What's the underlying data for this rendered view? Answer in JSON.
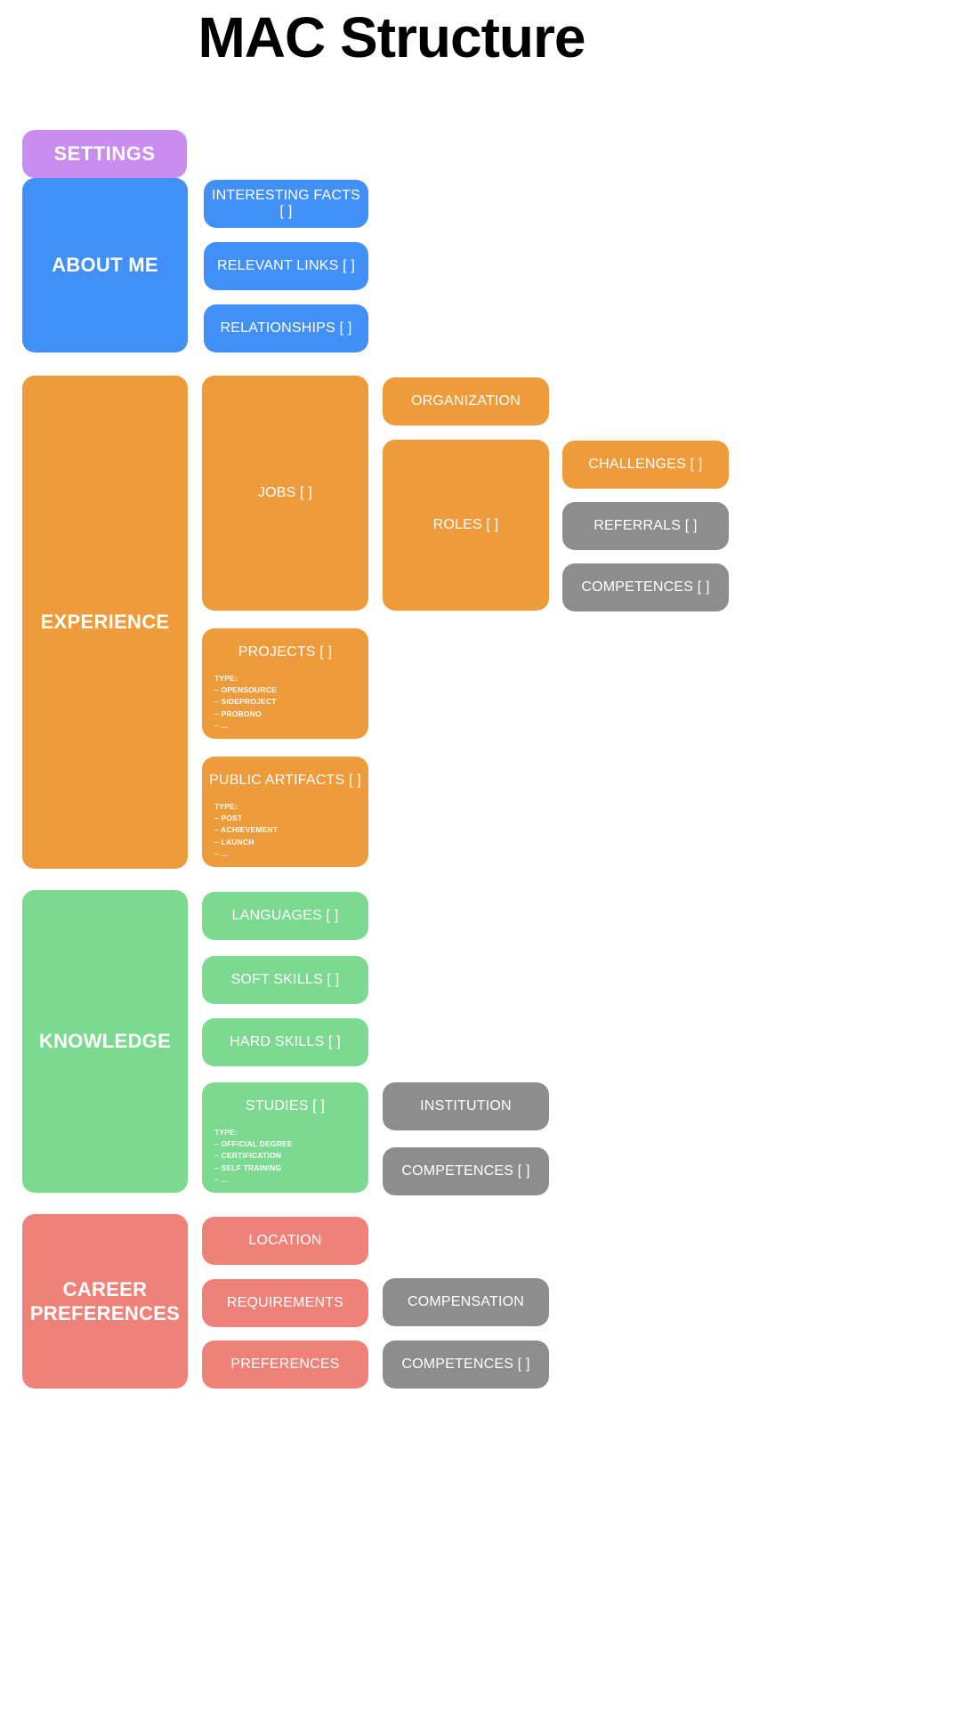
{
  "title": "MAC Structure",
  "colors": {
    "purple": "#c98df0",
    "blue": "#4090f7",
    "orange": "#ed9b3b",
    "green": "#7cd990",
    "salmon": "#ee8279",
    "grey": "#8d8d8d",
    "text": "#ffffff",
    "title": "#000000",
    "background": "#ffffff"
  },
  "type_label": "TYPE:",
  "nodes": {
    "settings": {
      "label": "SETTINGS"
    },
    "about_me": {
      "label": "ABOUT ME"
    },
    "interesting_facts": {
      "label": "INTERESTING FACTS [ ]"
    },
    "relevant_links": {
      "label": "RELEVANT LINKS [ ]"
    },
    "relationships": {
      "label": "RELATIONSHIPS [ ]"
    },
    "experience": {
      "label": "EXPERIENCE"
    },
    "jobs": {
      "label": "JOBS [ ]"
    },
    "organization": {
      "label": "ORGANIZATION"
    },
    "roles": {
      "label": "ROLES [ ]"
    },
    "challenges": {
      "label": "CHALLENGES [ ]"
    },
    "referrals": {
      "label": "REFERRALS [ ]"
    },
    "competences_experience": {
      "label": "COMPETENCES [ ]"
    },
    "projects": {
      "label": "PROJECTS [ ]",
      "types": [
        "OPENSOURCE",
        "SIDEPROJECT",
        "PROBONO",
        "..."
      ]
    },
    "public_artifacts": {
      "label": "PUBLIC ARTIFACTS [ ]",
      "types": [
        "POST",
        "ACHIEVEMENT",
        "LAUNCH",
        "..."
      ]
    },
    "knowledge": {
      "label": "KNOWLEDGE"
    },
    "languages": {
      "label": "LANGUAGES [ ]"
    },
    "soft_skills": {
      "label": "SOFT SKILLS [ ]"
    },
    "hard_skills": {
      "label": "HARD SKILLS [ ]"
    },
    "studies": {
      "label": "STUDIES [ ]",
      "types": [
        "OFFICIAL DEGREE",
        "CERTIFICATION",
        "SELF TRAINING",
        "..."
      ]
    },
    "institution": {
      "label": "INSTITUTION"
    },
    "competences_studies": {
      "label": "COMPETENCES [ ]"
    },
    "career_preferences": {
      "label": "CAREER\nPREFERENCES"
    },
    "location": {
      "label": "LOCATION"
    },
    "requirements": {
      "label": "REQUIREMENTS"
    },
    "preferences": {
      "label": "PREFERENCES"
    },
    "compensation": {
      "label": "COMPENSATION"
    },
    "competences_career": {
      "label": "COMPETENCES [ ]"
    }
  }
}
